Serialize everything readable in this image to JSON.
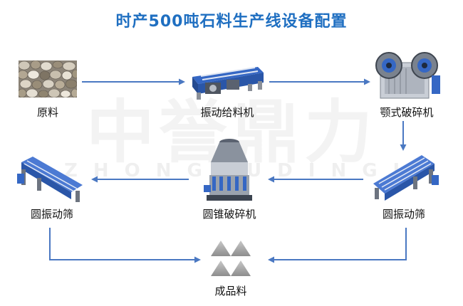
{
  "title": "时产500吨石料生产线设备配置",
  "watermark": {
    "main": "中誉鼎力",
    "sub": "ZHONGYUDINGLI"
  },
  "nodes": {
    "raw": {
      "label": "原料",
      "icon": "stone-pile-icon"
    },
    "feeder": {
      "label": "振动给料机",
      "icon": "vibrating-feeder-icon"
    },
    "jaw": {
      "label": "颚式破碎机",
      "icon": "jaw-crusher-icon"
    },
    "screen_right": {
      "label": "圆振动筛",
      "icon": "vibrating-screen-icon"
    },
    "cone": {
      "label": "圆锥破碎机",
      "icon": "cone-crusher-icon"
    },
    "screen_left": {
      "label": "圆振动筛",
      "icon": "vibrating-screen-icon"
    },
    "product": {
      "label": "成品料",
      "icon": "stone-triangles-icon"
    }
  },
  "colors": {
    "title": "#1f6fc1",
    "arrow": "#4a78c2",
    "machine_blue": "#3567c4"
  }
}
